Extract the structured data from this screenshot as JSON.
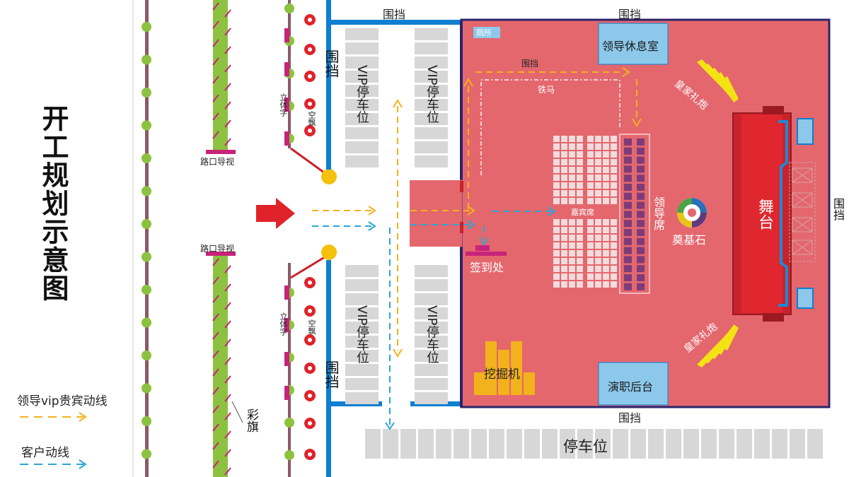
{
  "title": "开工规划示意图",
  "legend": {
    "leader_vip": "领导vip贵宾动线",
    "customer": "客户动线"
  },
  "colors": {
    "leader_line": "#f2b21b",
    "customer_line": "#2aa6d6",
    "venue_fill": "#e4676e",
    "venue_border": "#2b246b",
    "fence": "#0e7fd1",
    "stage": "#c8232b",
    "lawn": "#8cc23f",
    "lamp_post": "#8a5a64",
    "bench": "#d7d7d7",
    "vip_room": "#8cc8ea",
    "royal_salute": "#f4e313",
    "excavator": "#f2b21b",
    "balloon": "#e0222a"
  },
  "labels": {
    "fence_top_left": "围挡",
    "fence_top_right": "围挡",
    "fence_left_upper": "围挡",
    "fence_left_lower": "围挡",
    "fence_right": "围挡",
    "fence_bottom": "围挡",
    "fence_inner": "围挡",
    "road_view_top": "路口导视",
    "road_view_bottom": "路口导视",
    "standing_sign_top": "立体字",
    "standing_sign_bottom": "立体字",
    "balloon_top": "空飘",
    "balloon_bottom": "空飘",
    "flags": "彩旗",
    "vip_parking": "VIP停车位",
    "parking": "停车位",
    "toilet": "厕所",
    "leader_lounge": "领导休息室",
    "iron_horse": "铁马",
    "royal_salute": "皇家礼炮",
    "guest_seats": "嘉宾席",
    "leader_seats": "领导席",
    "foundation_stone": "奠基石",
    "stage": "舞台",
    "sign_in": "签到处",
    "excavator": "挖掘机",
    "backstage": "演职后台"
  }
}
